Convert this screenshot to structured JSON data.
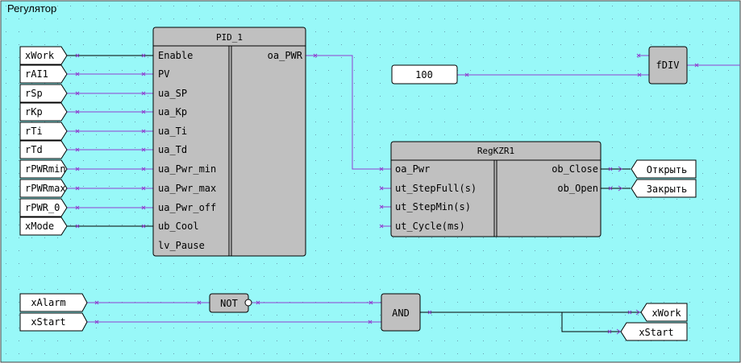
{
  "sheet": {
    "title": "Регулятор"
  },
  "colors": {
    "sheet_bg": "#98f8f8",
    "block_fill": "#c0c0c0",
    "wire": "#9040d0",
    "wire_boolean": "#000000",
    "pin": "#9040d0"
  },
  "inputs": [
    {
      "label": "xWork",
      "type": "boolean"
    },
    {
      "label": "rAI1",
      "type": "real"
    },
    {
      "label": "rSp",
      "type": "real"
    },
    {
      "label": "rKp",
      "type": "real"
    },
    {
      "label": "rTi",
      "type": "real"
    },
    {
      "label": "rTd",
      "type": "real"
    },
    {
      "label": "rPWRmin",
      "type": "real"
    },
    {
      "label": "rPWRmax",
      "type": "real"
    },
    {
      "label": "rPWR_0",
      "type": "real"
    },
    {
      "label": "xMode",
      "type": "boolean"
    }
  ],
  "pid": {
    "title": "PID_1",
    "inputs": [
      "Enable",
      "PV",
      "ua_SP",
      "ua_Kp",
      "ua_Ti",
      "ua_Td",
      "ua_Pwr_min",
      "ua_Pwr_max",
      "ua_Pwr_off",
      "ub_Cool",
      "lv_Pause"
    ],
    "outputs": [
      "oa_PWR"
    ]
  },
  "constant": {
    "value": "100"
  },
  "fdiv": {
    "label": "fDIV"
  },
  "regkzr": {
    "title": "RegKZR1",
    "inputs": [
      "oa_Pwr",
      "ut_StepFull(s)",
      "ut_StepMin(s)",
      "ut_Cycle(ms)"
    ],
    "outputs": [
      "ob_Close",
      "ob_Open"
    ]
  },
  "reg_outputs": [
    "Открыть",
    "Закрыть"
  ],
  "logic_inputs": [
    "xAlarm",
    "xStart"
  ],
  "not_gate": {
    "label": "NOT"
  },
  "and_gate": {
    "label": "AND"
  },
  "logic_outputs": [
    "xWork",
    "xStart"
  ]
}
